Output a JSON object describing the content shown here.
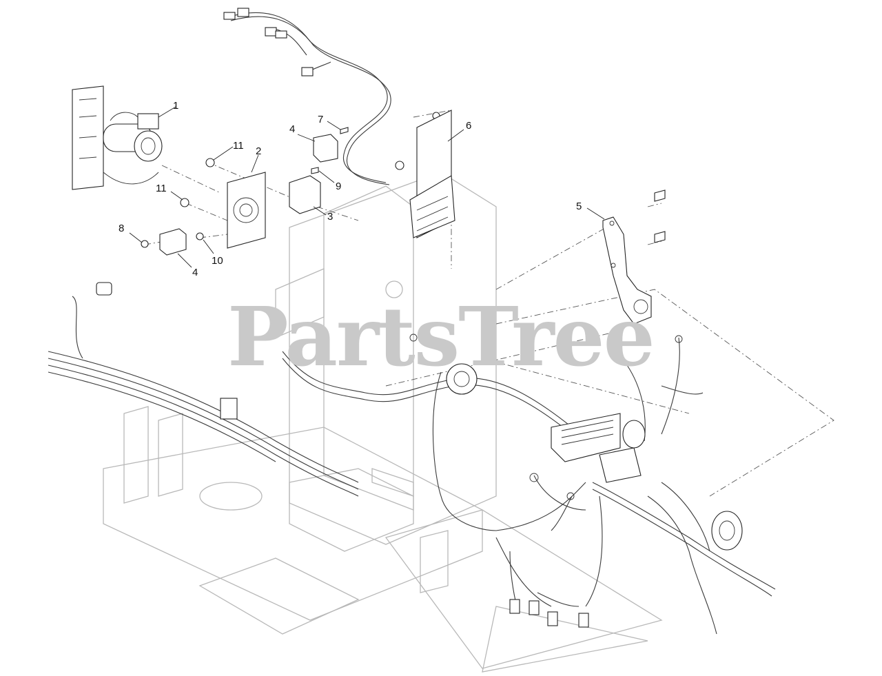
{
  "watermark": "PartsTree",
  "callouts": [
    {
      "id": "c1",
      "label": "1"
    },
    {
      "id": "c2",
      "label": "2"
    },
    {
      "id": "c3",
      "label": "3"
    },
    {
      "id": "c4a",
      "label": "4"
    },
    {
      "id": "c4b",
      "label": "4"
    },
    {
      "id": "c5",
      "label": "5"
    },
    {
      "id": "c6",
      "label": "6"
    },
    {
      "id": "c7",
      "label": "7"
    },
    {
      "id": "c8",
      "label": "8"
    },
    {
      "id": "c9",
      "label": "9"
    },
    {
      "id": "c10",
      "label": "10"
    },
    {
      "id": "c11a",
      "label": "11"
    },
    {
      "id": "c11b",
      "label": "11"
    }
  ]
}
